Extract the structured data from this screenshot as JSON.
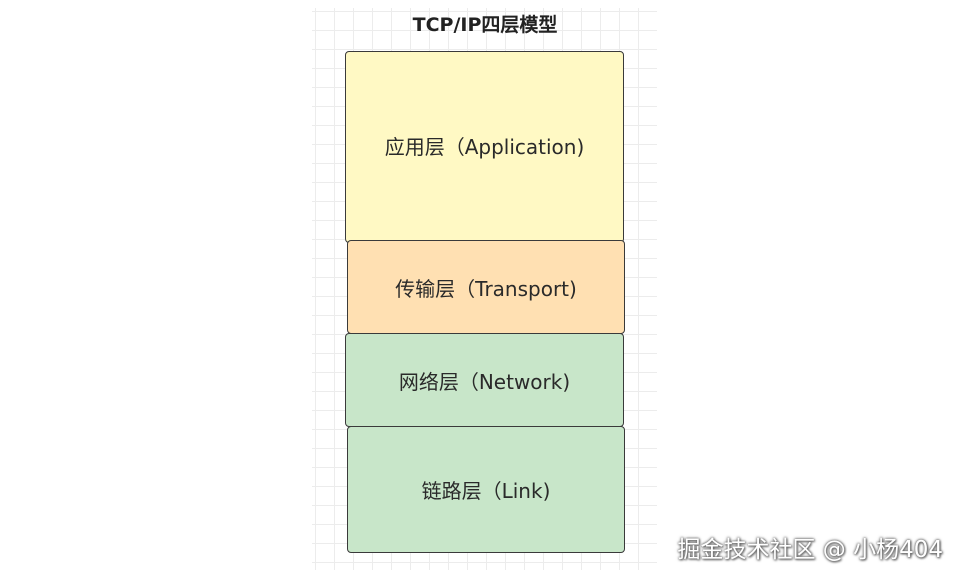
{
  "diagram": {
    "title": "TCP/IP四层模型",
    "layers": [
      {
        "label": "应用层（Application)",
        "color": "#fff9c4"
      },
      {
        "label": "传输层（Transport)",
        "color": "#ffe0b2"
      },
      {
        "label": "网络层（Network)",
        "color": "#c8e6c9"
      },
      {
        "label": "链路层（Link)",
        "color": "#c8e6c9"
      }
    ],
    "border_color": "#3a3a3a"
  },
  "watermark": {
    "text": "掘金技术社区 @ 小杨404"
  }
}
